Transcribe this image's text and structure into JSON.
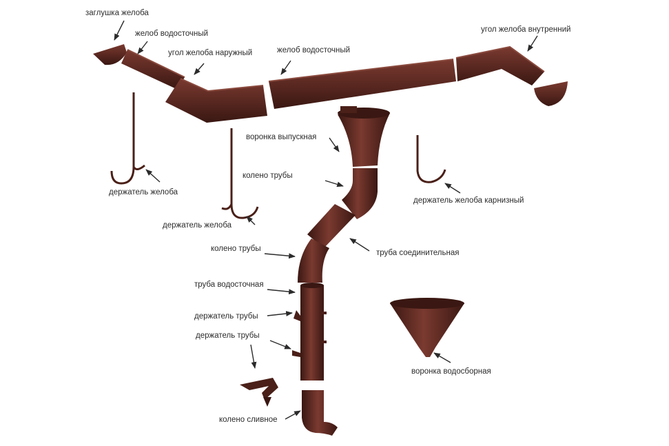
{
  "colors": {
    "metal": "#5a2a22",
    "metal_dark": "#3a1712",
    "metal_light": "#7a3a30",
    "arrow": "#2b2b2b",
    "text": "#2b2b2b"
  },
  "labels": {
    "end_cap": "заглушка желоба",
    "gutter_left": "желоб водосточный",
    "outer_corner": "угол желоба наружный",
    "gutter_center": "желоб водосточный",
    "inner_corner": "угол желоба внутренний",
    "outlet_funnel": "воронка выпускная",
    "pipe_elbow_top": "колено трубы",
    "gutter_bracket_1": "держатель желоба",
    "gutter_bracket_2": "держатель желоба",
    "eaves_bracket": "держатель желоба карнизный",
    "pipe_elbow_mid": "колено трубы",
    "connecting_pipe": "труба соединительная",
    "downpipe": "труба водосточная",
    "pipe_holder_1": "держатель трубы",
    "pipe_holder_2": "держатель трубы",
    "collector_funnel": "воронка водосборная",
    "drain_elbow": "колено сливное"
  }
}
